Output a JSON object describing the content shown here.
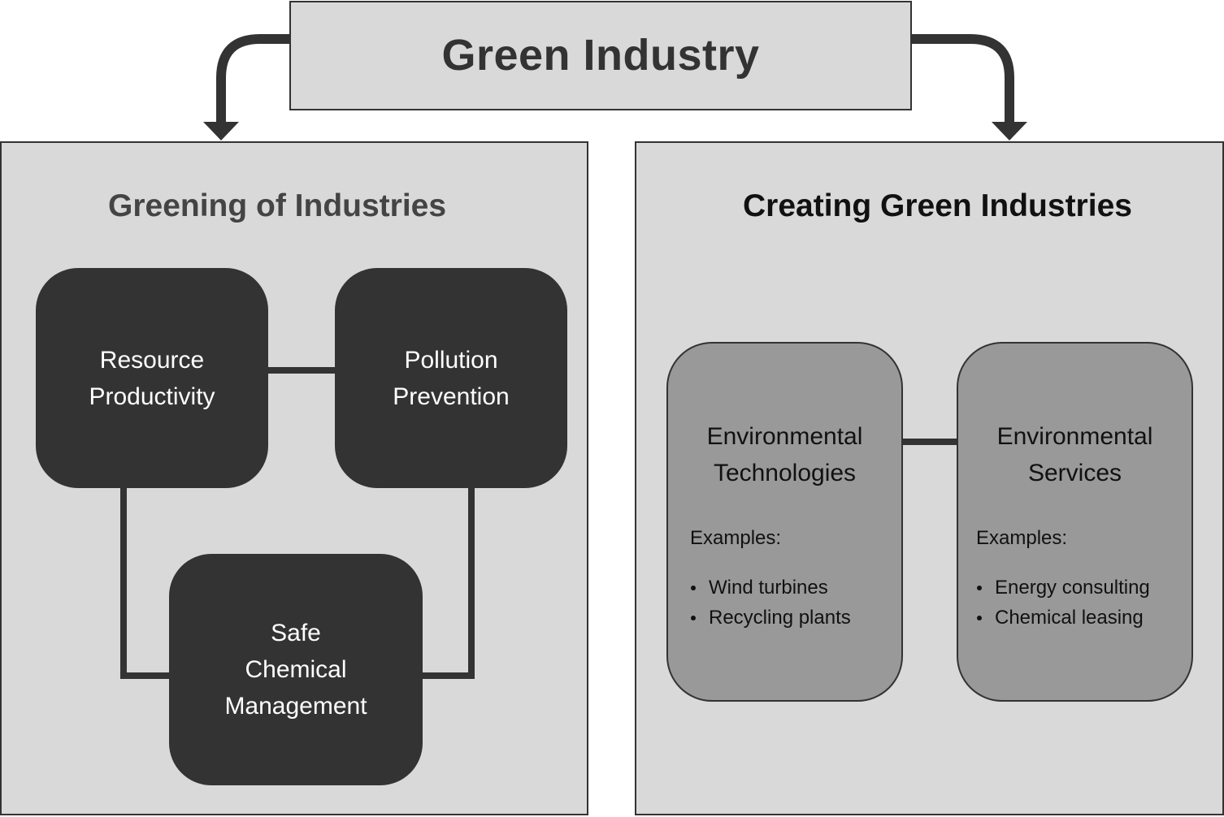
{
  "title": "Green Industry",
  "left_panel": {
    "title": "Greening of Industries",
    "boxes": [
      {
        "lines": [
          "Resource",
          "Productivity"
        ]
      },
      {
        "lines": [
          "Pollution",
          "Prevention"
        ]
      },
      {
        "lines": [
          "Safe",
          "Chemical",
          "Management"
        ]
      }
    ]
  },
  "right_panel": {
    "title": "Creating Green Industries",
    "boxes": [
      {
        "lines": [
          "Environmental",
          "Technologies"
        ],
        "examples_label": "Examples:",
        "examples": [
          "Wind turbines",
          "Recycling plants"
        ]
      },
      {
        "lines": [
          "Environmental",
          "Services"
        ],
        "examples_label": "Examples:",
        "examples": [
          "Energy consulting",
          "Chemical leasing"
        ]
      }
    ]
  },
  "colors": {
    "background": "#ffffff",
    "panel_fill": "#d9d9d9",
    "dark_box": "#333333",
    "gray_box": "#999999",
    "stroke": "#333333"
  }
}
